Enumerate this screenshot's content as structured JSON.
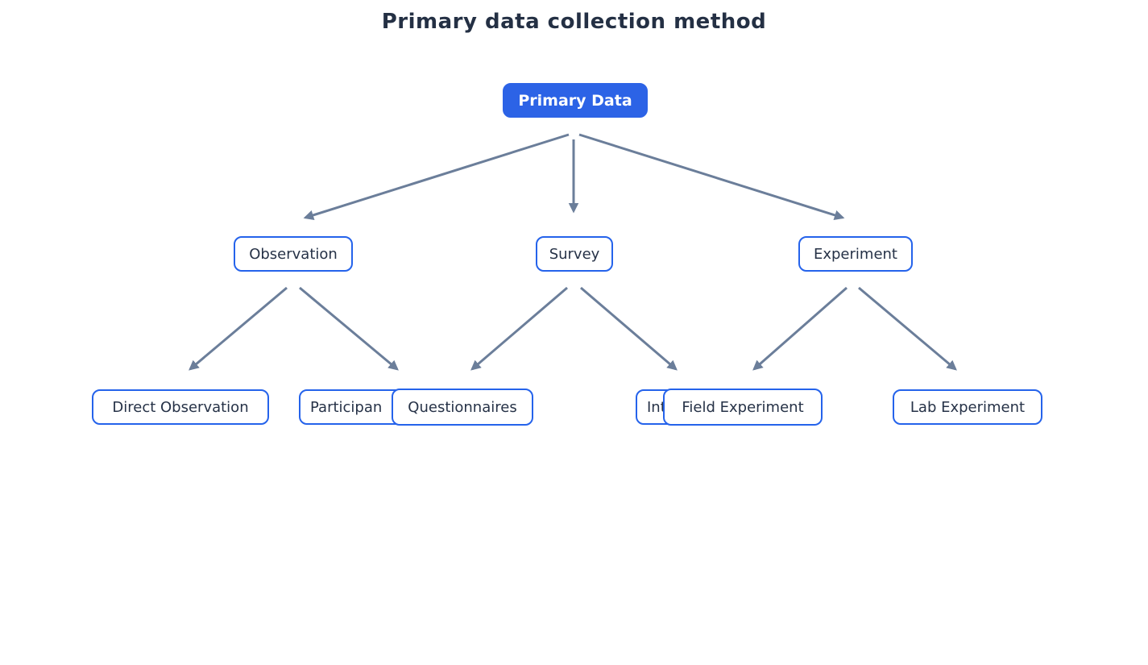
{
  "title": "Primary data collection method",
  "diagram": {
    "type": "tree",
    "nodes": {
      "primary_data": {
        "label": "Primary Data",
        "level": 0
      },
      "observation": {
        "label": "Observation",
        "level": 1
      },
      "survey": {
        "label": "Survey",
        "level": 1
      },
      "experiment": {
        "label": "Experiment",
        "level": 1
      },
      "direct_observation": {
        "label": "Direct Observation",
        "level": 2
      },
      "participant_truncated": {
        "label": "Participan",
        "level": 2,
        "note": "label cut off by overlapping Questionnaires box"
      },
      "questionnaires": {
        "label": "Questionnaires",
        "level": 2
      },
      "interviews_truncated": {
        "label": "Int",
        "level": 2,
        "note": "label cut off by overlapping Field Experiment box"
      },
      "field_experiment": {
        "label": "Field Experiment",
        "level": 2
      },
      "lab_experiment": {
        "label": "Lab Experiment",
        "level": 2
      }
    },
    "edges": [
      {
        "from": "primary_data",
        "to": "observation"
      },
      {
        "from": "primary_data",
        "to": "survey"
      },
      {
        "from": "primary_data",
        "to": "experiment"
      },
      {
        "from": "observation",
        "to": "direct_observation"
      },
      {
        "from": "observation",
        "to": "participant_truncated"
      },
      {
        "from": "survey",
        "to": "questionnaires"
      },
      {
        "from": "survey",
        "to": "interviews_truncated"
      },
      {
        "from": "experiment",
        "to": "field_experiment"
      },
      {
        "from": "experiment",
        "to": "lab_experiment"
      }
    ],
    "colors": {
      "root_fill": "#2c63e6",
      "node_border": "#2563eb",
      "node_text": "#263247",
      "root_text": "#ffffff",
      "arrow": "#6b7e9a",
      "title_text": "#243044",
      "background": "#ffffff"
    }
  }
}
